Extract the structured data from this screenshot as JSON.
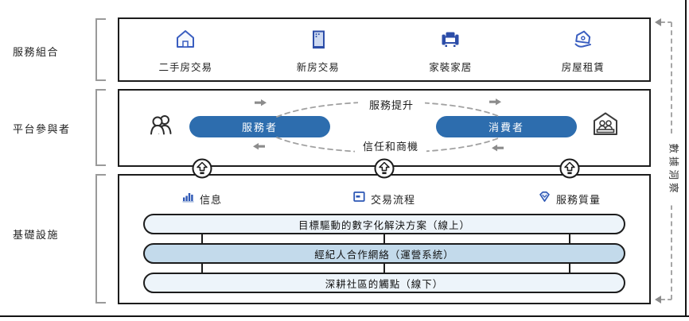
{
  "sections": [
    {
      "label": "服務組合"
    },
    {
      "label": "平台參與者"
    },
    {
      "label": "基礎設施"
    }
  ],
  "services": {
    "items": [
      {
        "label": "二手房交易",
        "icon": "house-icon"
      },
      {
        "label": "新房交易",
        "icon": "door-icon"
      },
      {
        "label": "家裝家居",
        "icon": "sofa-icon"
      },
      {
        "label": "房屋租賃",
        "icon": "hand-house-icon"
      }
    ]
  },
  "platform": {
    "provider_label": "服務者",
    "consumer_label": "消費者",
    "flow_top_label": "服務提升",
    "flow_bottom_label": "信任和商機",
    "left_icon": "people-group-icon",
    "right_icon": "house-members-icon"
  },
  "infrastructure": {
    "capabilities": [
      {
        "label": "信息",
        "icon": "bar-chart-icon"
      },
      {
        "label": "交易流程",
        "icon": "flow-window-icon"
      },
      {
        "label": "服務質量",
        "icon": "quality-gem-icon"
      }
    ],
    "layers": [
      {
        "label": "目標驅動的數字化解決方案（線上）"
      },
      {
        "label": "經紀人合作網絡（運營系統）"
      },
      {
        "label": "深耕社區的觸點（線下）"
      }
    ]
  },
  "side_note": {
    "label": "數據洞察"
  },
  "colors": {
    "pill_blue": "#2d6dae",
    "icon_blue": "#2c4da8",
    "icon_blue_light": "#cdd9f1",
    "layer_light": "#edf4fa",
    "layer_mid": "#c3daeb",
    "dash_gray": "#a6a6a6",
    "arrow_gray": "#8c8c8c",
    "border_black": "#1c1c1c"
  }
}
